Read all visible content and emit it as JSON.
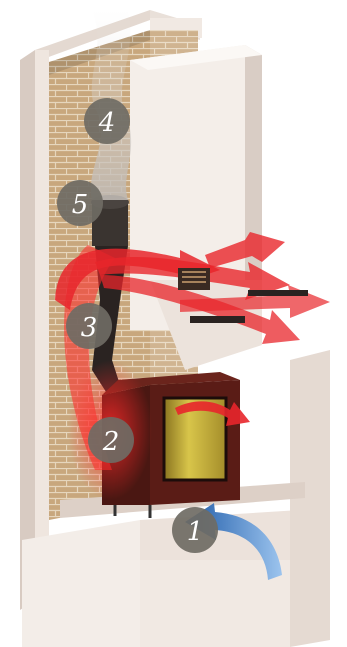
{
  "badges": [
    {
      "number": "1"
    },
    {
      "number": "2"
    },
    {
      "number": "3"
    },
    {
      "number": "4"
    },
    {
      "number": "5"
    }
  ],
  "colors": {
    "wall": "#ece2db",
    "wall_shade": "#d8cbc2",
    "brick": "#c8a77d",
    "brick_mortar": "#e6d6bd",
    "heat_arrow": "#e8262b",
    "cold_arrow": "#4a86c8",
    "badge": "#6f6b64",
    "stove_body": "#5a1c16",
    "glass": "#c9b23a",
    "pipe": "#2a2321"
  },
  "icons": [
    "cold-air-arrow-icon",
    "hot-air-arrow-icon",
    "smoke-icon",
    "grille-icon"
  ]
}
